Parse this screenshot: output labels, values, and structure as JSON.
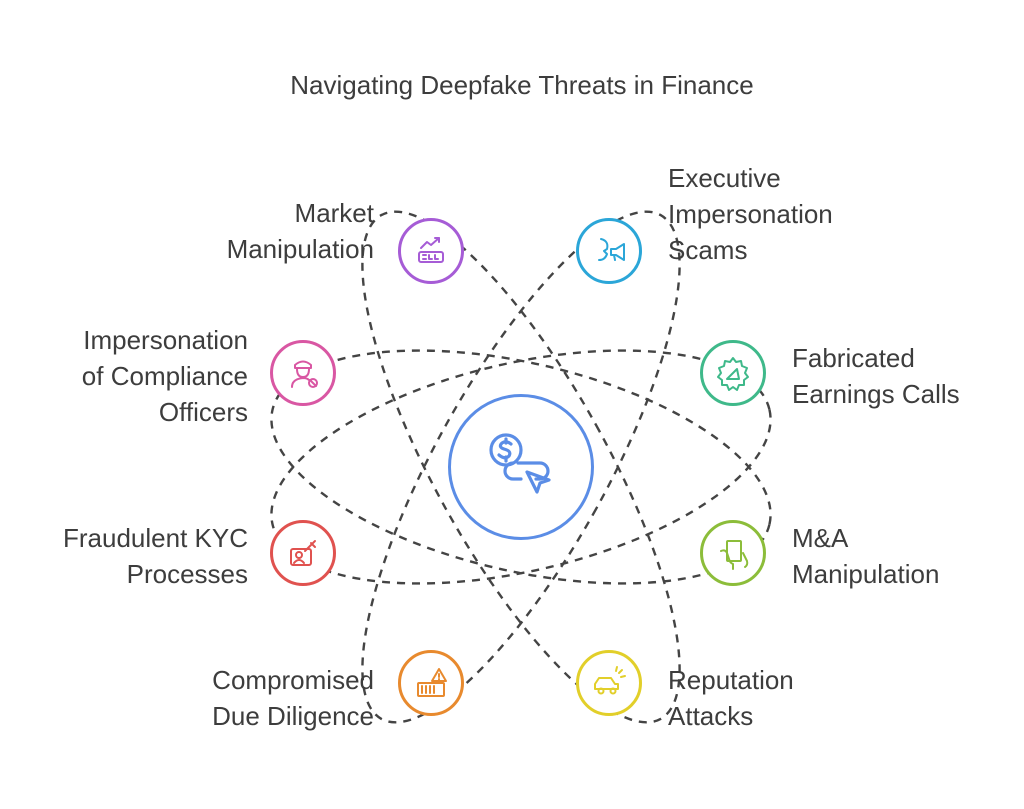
{
  "title": "Navigating Deepfake Threats in Finance",
  "hub": {
    "icon": "dollar-click-icon",
    "color": "#5b8de6"
  },
  "nodes": [
    {
      "id": "market",
      "label": "Market\nManipulation",
      "icon": "sell-chart-icon",
      "color": "#a65cd6"
    },
    {
      "id": "exec",
      "label": "Executive\nImpersonation\nScams",
      "icon": "megaphone-face-icon",
      "color": "#2ba6d8"
    },
    {
      "id": "compliance",
      "label": "Impersonation\nof Compliance\nOfficers",
      "icon": "officer-icon",
      "color": "#d957a3"
    },
    {
      "id": "earnings",
      "label": "Fabricated\nEarnings Calls",
      "icon": "badge-megaphone-icon",
      "color": "#3fb98a"
    },
    {
      "id": "kyc",
      "label": "Fraudulent KYC\nProcesses",
      "icon": "id-card-icon",
      "color": "#e0524f"
    },
    {
      "id": "ma",
      "label": "M&A\nManipulation",
      "icon": "document-hand-icon",
      "color": "#8cbd3a"
    },
    {
      "id": "diligence",
      "label": "Compromised\nDue Diligence",
      "icon": "warning-container-icon",
      "color": "#e88a2e"
    },
    {
      "id": "reputation",
      "label": "Reputation\nAttacks",
      "icon": "car-alert-icon",
      "color": "#e2cf2a"
    }
  ]
}
